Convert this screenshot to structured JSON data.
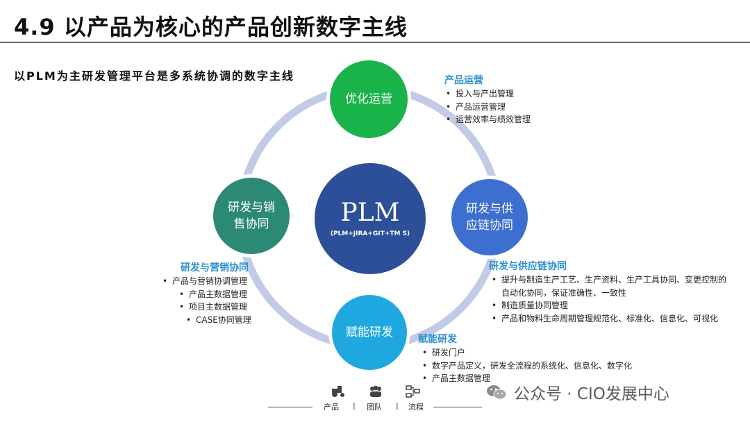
{
  "header": {
    "title": "4.9 以产品为核心的产品创新数字主线",
    "subtitle": "以PLM为主研发管理平台是多系统协调的数字主线"
  },
  "diagram": {
    "center": {
      "title": "PLM",
      "subtitle": "(PLM+JIRA+GIT+TM S)",
      "color": "#2d4f97"
    },
    "nodes": {
      "top": {
        "label_line1": "优化运营",
        "label_line2": "",
        "color": "#19b34a"
      },
      "right": {
        "label_line1": "研发与供",
        "label_line2": "应链协同",
        "color": "#3c6fd0"
      },
      "bottom": {
        "label_line1": "赋能研发",
        "label_line2": "",
        "color": "#1fa8e0"
      },
      "left": {
        "label_line1": "研发与销",
        "label_line2": "售协同",
        "color": "#2c8a74"
      }
    },
    "ring_color": "#c2cbe6"
  },
  "blocks": {
    "operation": {
      "heading": "产品运营",
      "items": [
        "投入与产出管理",
        "产品运营管理",
        "运营效率与绩效管理"
      ]
    },
    "supply": {
      "heading": "研发与供应链协同",
      "items": [
        "提升与制造生产工艺、生产资料、生产工具协同、变更控制的自动化协同，保证准确性、一致性",
        "制造质量协同管理",
        "产品和物料生命周期管理规范化、标准化、信息化、可视化"
      ]
    },
    "marketing": {
      "heading": "研发与营销协同",
      "items": [
        "产品与营销协调管理",
        "产品主数据管理",
        "项目主数据管理",
        "CASE协同管理"
      ]
    },
    "enable": {
      "heading": "赋能研发",
      "items": [
        "研发门户",
        "数字产品定义，研发全流程的系统化、信息化、数字化",
        "产品主数据管理"
      ]
    }
  },
  "footer": {
    "items": [
      {
        "label": "产品",
        "icon": "tractor-icon"
      },
      {
        "label": "团队",
        "icon": "team-icon"
      },
      {
        "label": "流程",
        "icon": "flow-icon"
      }
    ],
    "separator": "|"
  },
  "watermark": {
    "text": "公众号 · CIO发展中心",
    "icon": "wechat-icon"
  }
}
